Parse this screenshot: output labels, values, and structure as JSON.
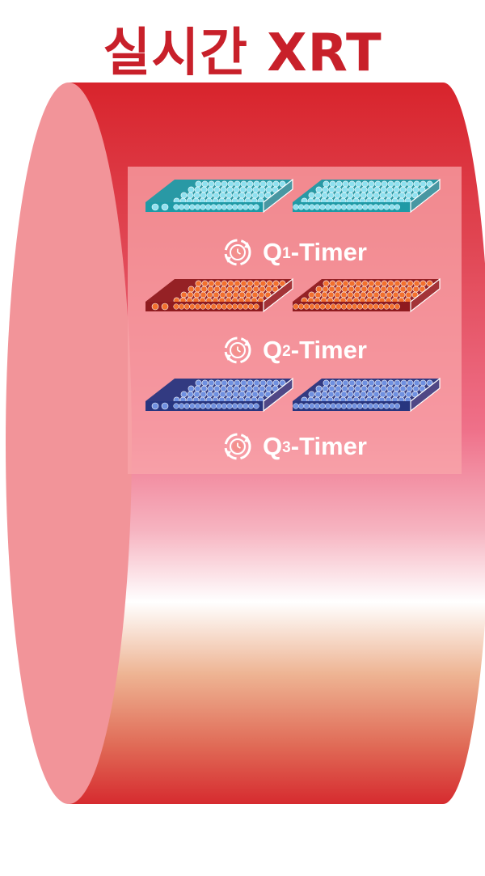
{
  "title": "실시간 XRT",
  "colors": {
    "title": "#c8202a",
    "cylinder_red": "#d42a30",
    "cylinder_face": "#f29499"
  },
  "timers": [
    {
      "prefix": "Q",
      "sub": "1",
      "suffix": "-Timer",
      "tray_color": "#1e9aa6",
      "ball_color": "#8ee0ef",
      "icon": "clock-cycle-icon"
    },
    {
      "prefix": "Q",
      "sub": "2",
      "suffix": "-Timer",
      "tray_color": "#8f1b1f",
      "ball_color": "#f2702e",
      "icon": "clock-cycle-icon"
    },
    {
      "prefix": "Q",
      "sub": "3",
      "suffix": "-Timer",
      "tray_color": "#27357f",
      "ball_color": "#6f90e0",
      "icon": "clock-cycle-icon"
    }
  ]
}
